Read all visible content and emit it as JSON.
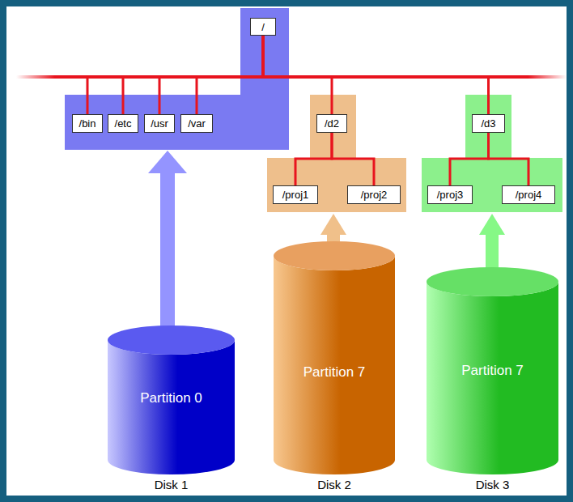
{
  "diagram": {
    "nodes": [
      {
        "text": [
          "/"
        ]
      },
      {
        "text": [
          "/bin"
        ]
      },
      {
        "text": [
          "/etc"
        ]
      },
      {
        "text": [
          "/usr"
        ]
      },
      {
        "text": [
          "/var"
        ]
      },
      {
        "text": [
          "/d2"
        ]
      },
      {
        "text": [
          "/proj1"
        ]
      },
      {
        "text": [
          "/proj2"
        ]
      },
      {
        "text": [
          "/d3"
        ]
      },
      {
        "text": [
          "/proj3"
        ]
      },
      {
        "text": [
          "/proj4"
        ]
      },
      {
        "text": [
          "Partition 0",
          "Disk 1"
        ]
      },
      {
        "text": [
          "Partition 7",
          "Disk 2"
        ]
      },
      {
        "text": [
          "Partition 7",
          "Disk 3"
        ]
      }
    ],
    "edges": [
      {
        "from": 0,
        "to": 1,
        "arrow": "none"
      },
      {
        "from": 0,
        "to": 2,
        "arrow": "none"
      },
      {
        "from": 0,
        "to": 3,
        "arrow": "none"
      },
      {
        "from": 0,
        "to": 4,
        "arrow": "none"
      },
      {
        "from": 0,
        "to": 5,
        "arrow": "none"
      },
      {
        "from": 0,
        "to": 8,
        "arrow": "none"
      },
      {
        "from": 5,
        "to": 6,
        "arrow": "none"
      },
      {
        "from": 5,
        "to": 7,
        "arrow": "none"
      },
      {
        "from": 8,
        "to": 9,
        "arrow": "none"
      },
      {
        "from": 8,
        "to": 10,
        "arrow": "none"
      }
    ]
  }
}
